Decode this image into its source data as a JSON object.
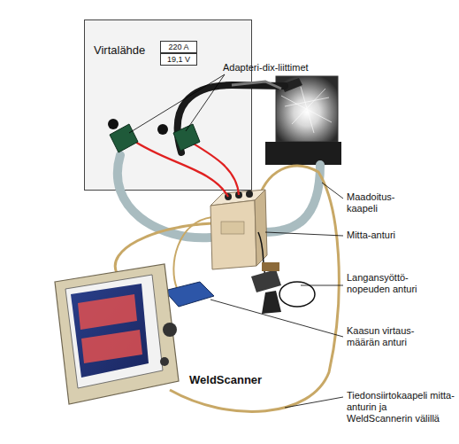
{
  "diagram": {
    "nodes": [
      {
        "text": [
          "Virtalähde"
        ]
      },
      {
        "text": [
          "220 A"
        ],
        "in": 0
      },
      {
        "text": [
          "19,1 V"
        ],
        "in": 0
      }
    ],
    "labels": [
      "Adapteri-dix-liittimet",
      "Maadoitus- kaapeli",
      "Mitta-anturi",
      "Langansyöttö- nopeuden anturi",
      "Kaasun virtaus- määrän anturi",
      "WeldScanner",
      "Tiedonsiirtokaapeli mitta-anturin ja WeldScannerin välillä"
    ]
  }
}
